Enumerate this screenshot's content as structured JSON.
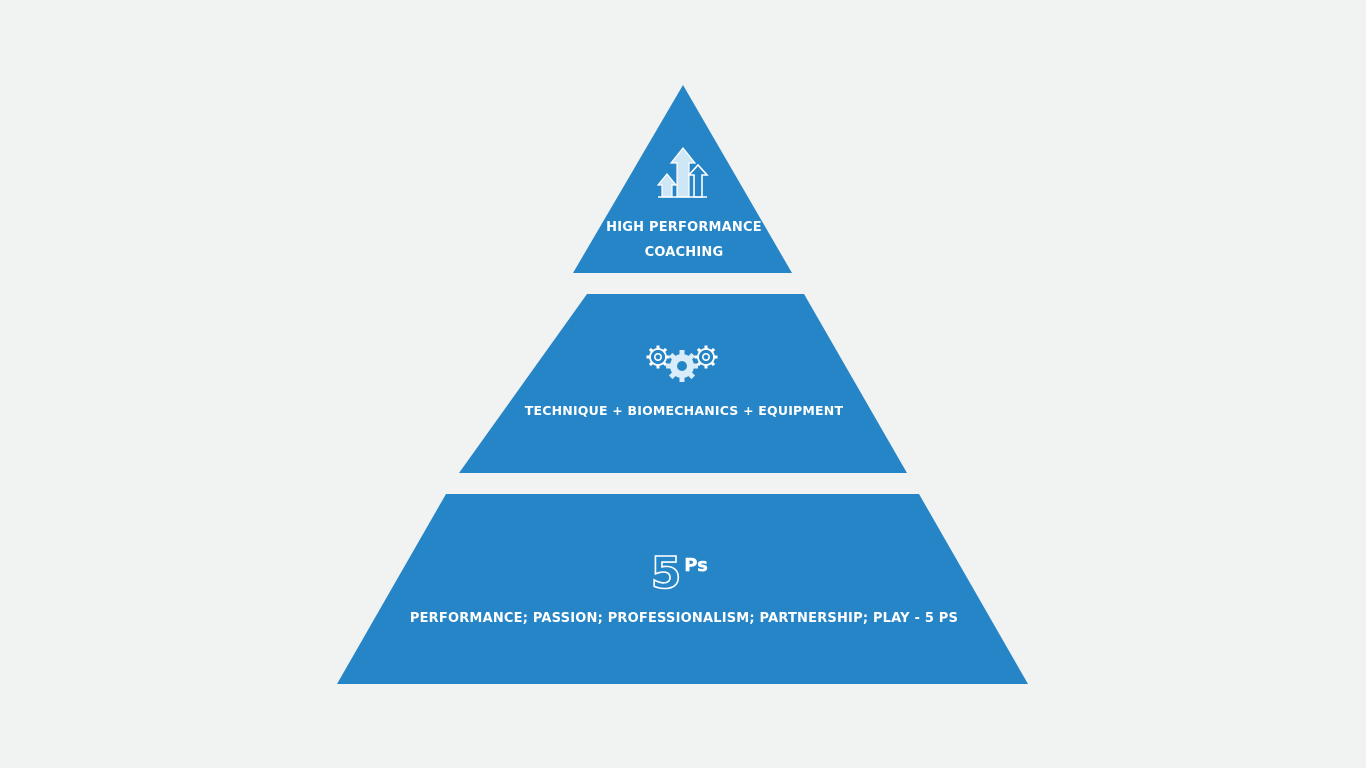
{
  "colors": {
    "background": "#f1f2f2",
    "tier_fill": "#2585c6",
    "text": "#ffffff"
  },
  "pyramid": {
    "top": {
      "icon": "growth-arrows-icon",
      "label_line1": "High Performance",
      "label_line2": "Coaching"
    },
    "middle": {
      "icon": "gears-icon",
      "label": "Technique + Biomechanics + Equipment"
    },
    "bottom": {
      "icon_number": "5",
      "icon_suffix": "Ps",
      "label": "Performance; Passion; Professionalism; Partnership; Play - 5 Ps"
    }
  }
}
